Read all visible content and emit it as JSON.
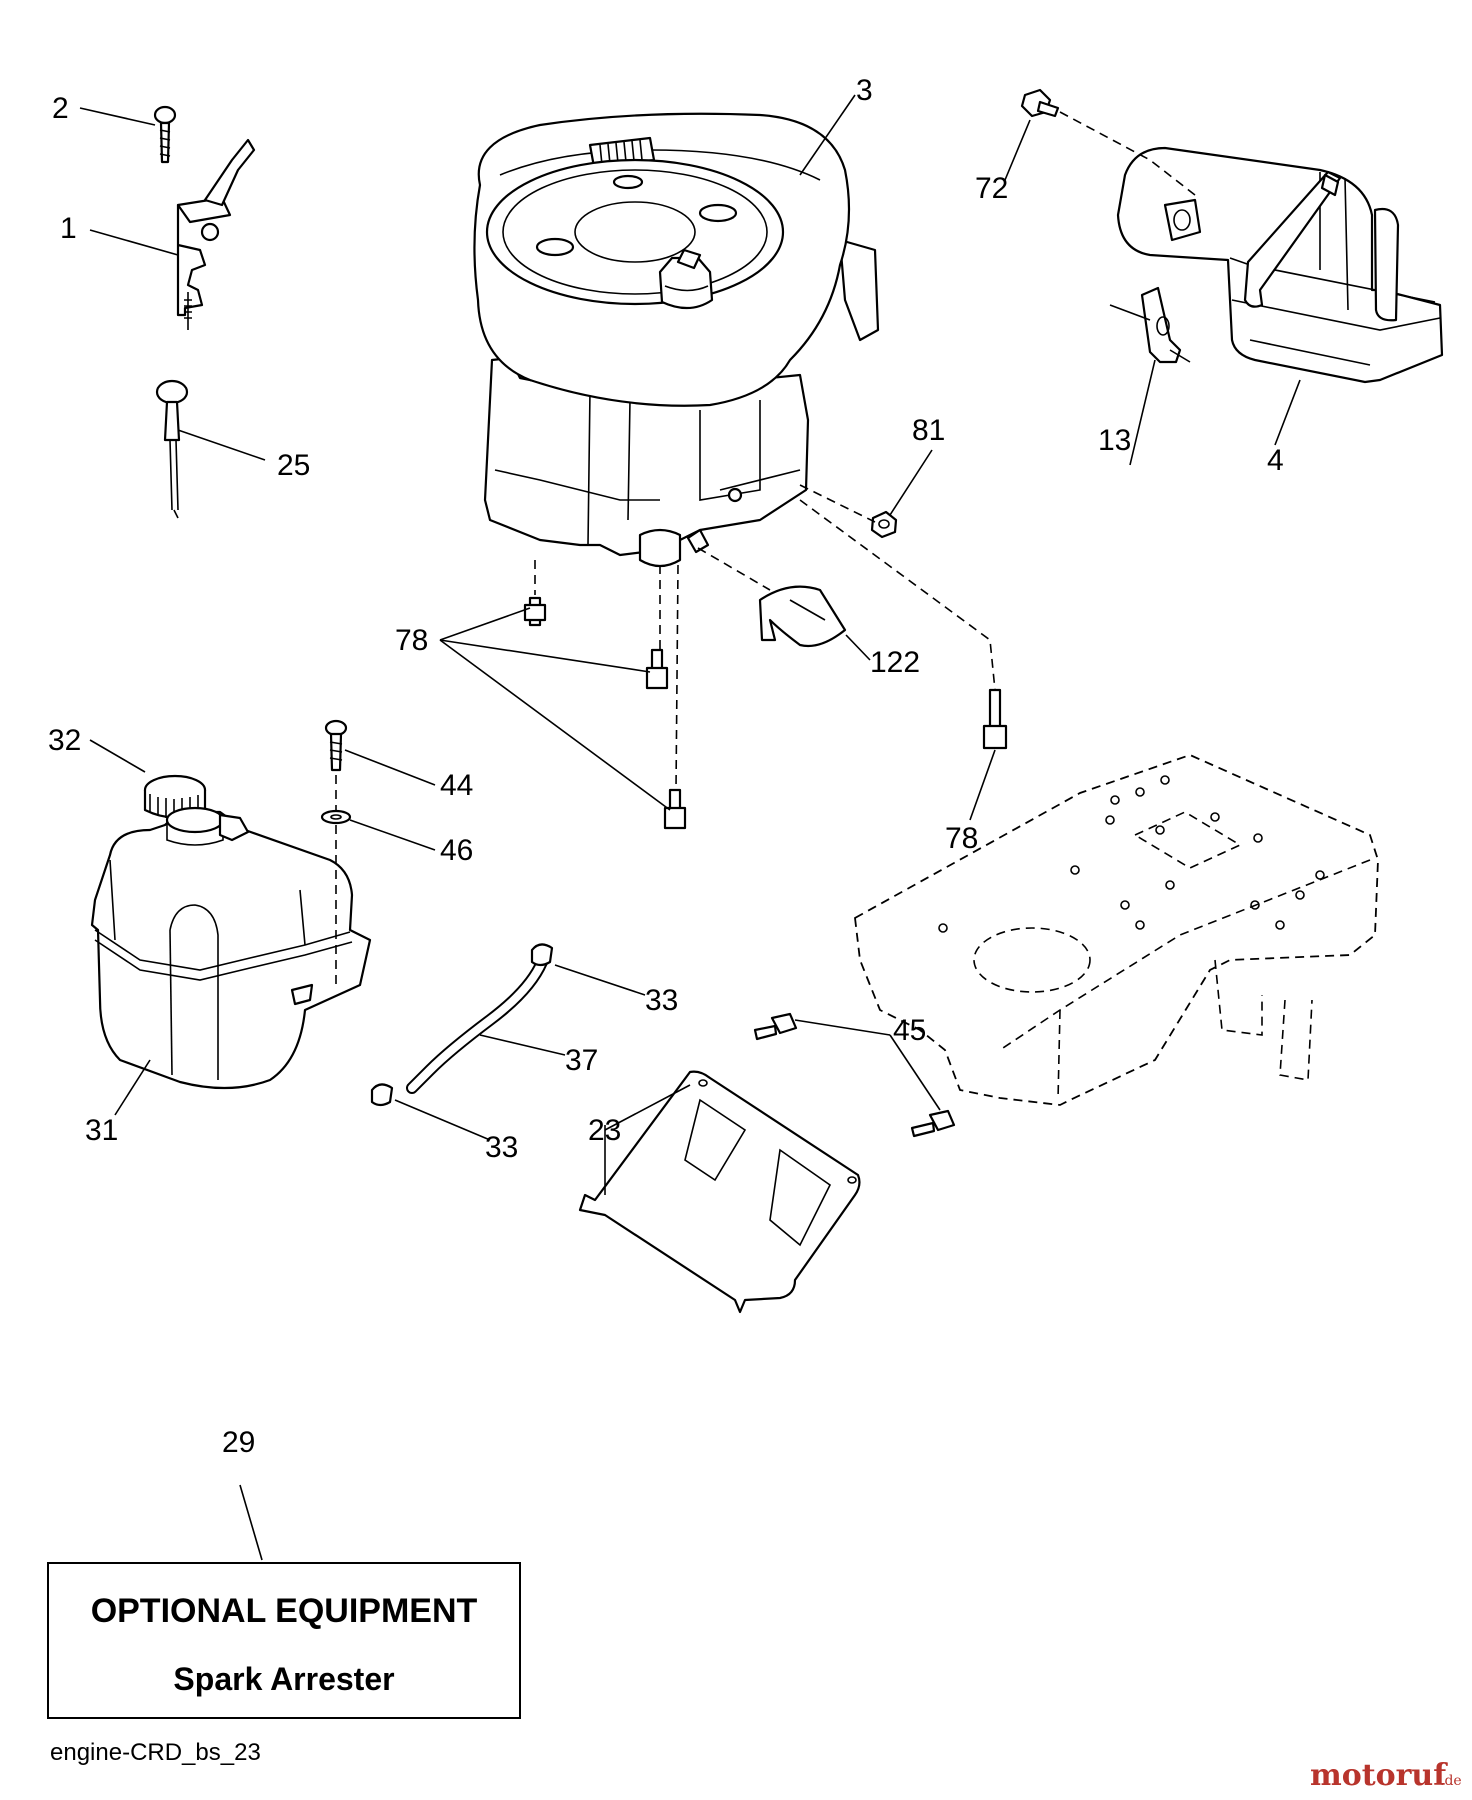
{
  "callouts": {
    "c1": "1",
    "c2": "2",
    "c3": "3",
    "c4": "4",
    "c13": "13",
    "c25": "25",
    "c72": "72",
    "c81": "81",
    "c78a": "78",
    "c78b": "78",
    "c122": "122",
    "c32": "32",
    "c44": "44",
    "c46": "46",
    "c31": "31",
    "c33a": "33",
    "c33b": "33",
    "c37": "37",
    "c45": "45",
    "c23": "23",
    "c29": "29"
  },
  "optional_box": {
    "title": "OPTIONAL EQUIPMENT",
    "item": "Spark Arrester"
  },
  "caption": "engine-CRD_bs_23",
  "brand": {
    "name": "motoruf",
    "suffix": ".de",
    "color": "#b8342c"
  }
}
